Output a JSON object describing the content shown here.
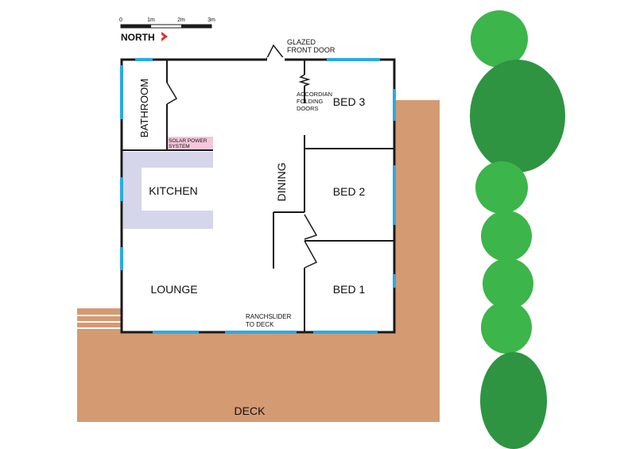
{
  "scale_bar": {
    "ticks": [
      "0",
      "1m",
      "2m",
      "3m"
    ]
  },
  "north_label": "NORTH",
  "rooms": {
    "bathroom": "BATHROOM",
    "kitchen": "KITCHEN",
    "dining": "DINING",
    "lounge": "LOUNGE",
    "bed1": "BED 1",
    "bed2": "BED 2",
    "bed3": "BED 3"
  },
  "annotations": {
    "front_door": [
      "GLAZED",
      "FRONT DOOR"
    ],
    "accordion_doors": [
      "ACCORDIAN",
      "FOLDING",
      "DOORS"
    ],
    "solar": [
      "SOLAR POWER",
      "SYSTEM"
    ],
    "ranchslider": [
      "RANCHSLIDER",
      "TO DECK"
    ]
  },
  "deck_label": "DECK",
  "colors": {
    "deck": "#d49a72",
    "window": "#29abe2",
    "kitchen_bench": "#d5d6ea",
    "solar": "#f6c6da",
    "tree_light": "#3cb54a",
    "tree_dark": "#2e9441",
    "wall": "#1a1a1a"
  }
}
